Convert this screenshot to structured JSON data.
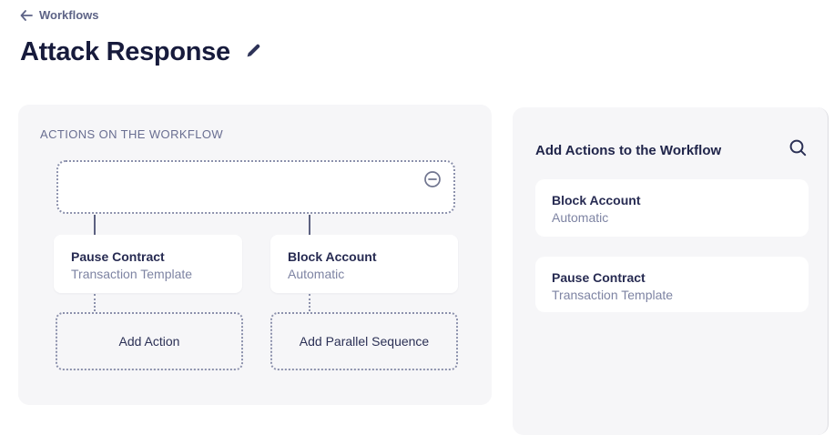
{
  "header": {
    "back_label": "Workflows",
    "title": "Attack Response"
  },
  "left_panel": {
    "label": "ACTIONS ON THE WORKFLOW",
    "nodes": [
      {
        "title": "Pause Contract",
        "subtitle": "Transaction Template"
      },
      {
        "title": "Block Account",
        "subtitle": "Automatic"
      }
    ],
    "add_action_label": "Add Action",
    "add_parallel_label": "Add Parallel Sequence"
  },
  "right_panel": {
    "title": "Add Actions to the Workflow",
    "actions": [
      {
        "title": "Block Account",
        "subtitle": "Automatic"
      },
      {
        "title": "Pause Contract",
        "subtitle": "Transaction Template"
      }
    ]
  },
  "icons": {
    "back": "arrow-left",
    "edit": "pencil",
    "remove": "minus-circle",
    "search": "magnifier"
  },
  "colors": {
    "title_text": "#171b3c",
    "card_title_text": "#272b52",
    "subtitle_text": "#7e84a3",
    "muted_label": "#696e91",
    "dotted_border": "#8c91ac",
    "connector": "#5c6180",
    "panel_bg": "#f6f6f8",
    "card_bg": "#ffffff"
  }
}
